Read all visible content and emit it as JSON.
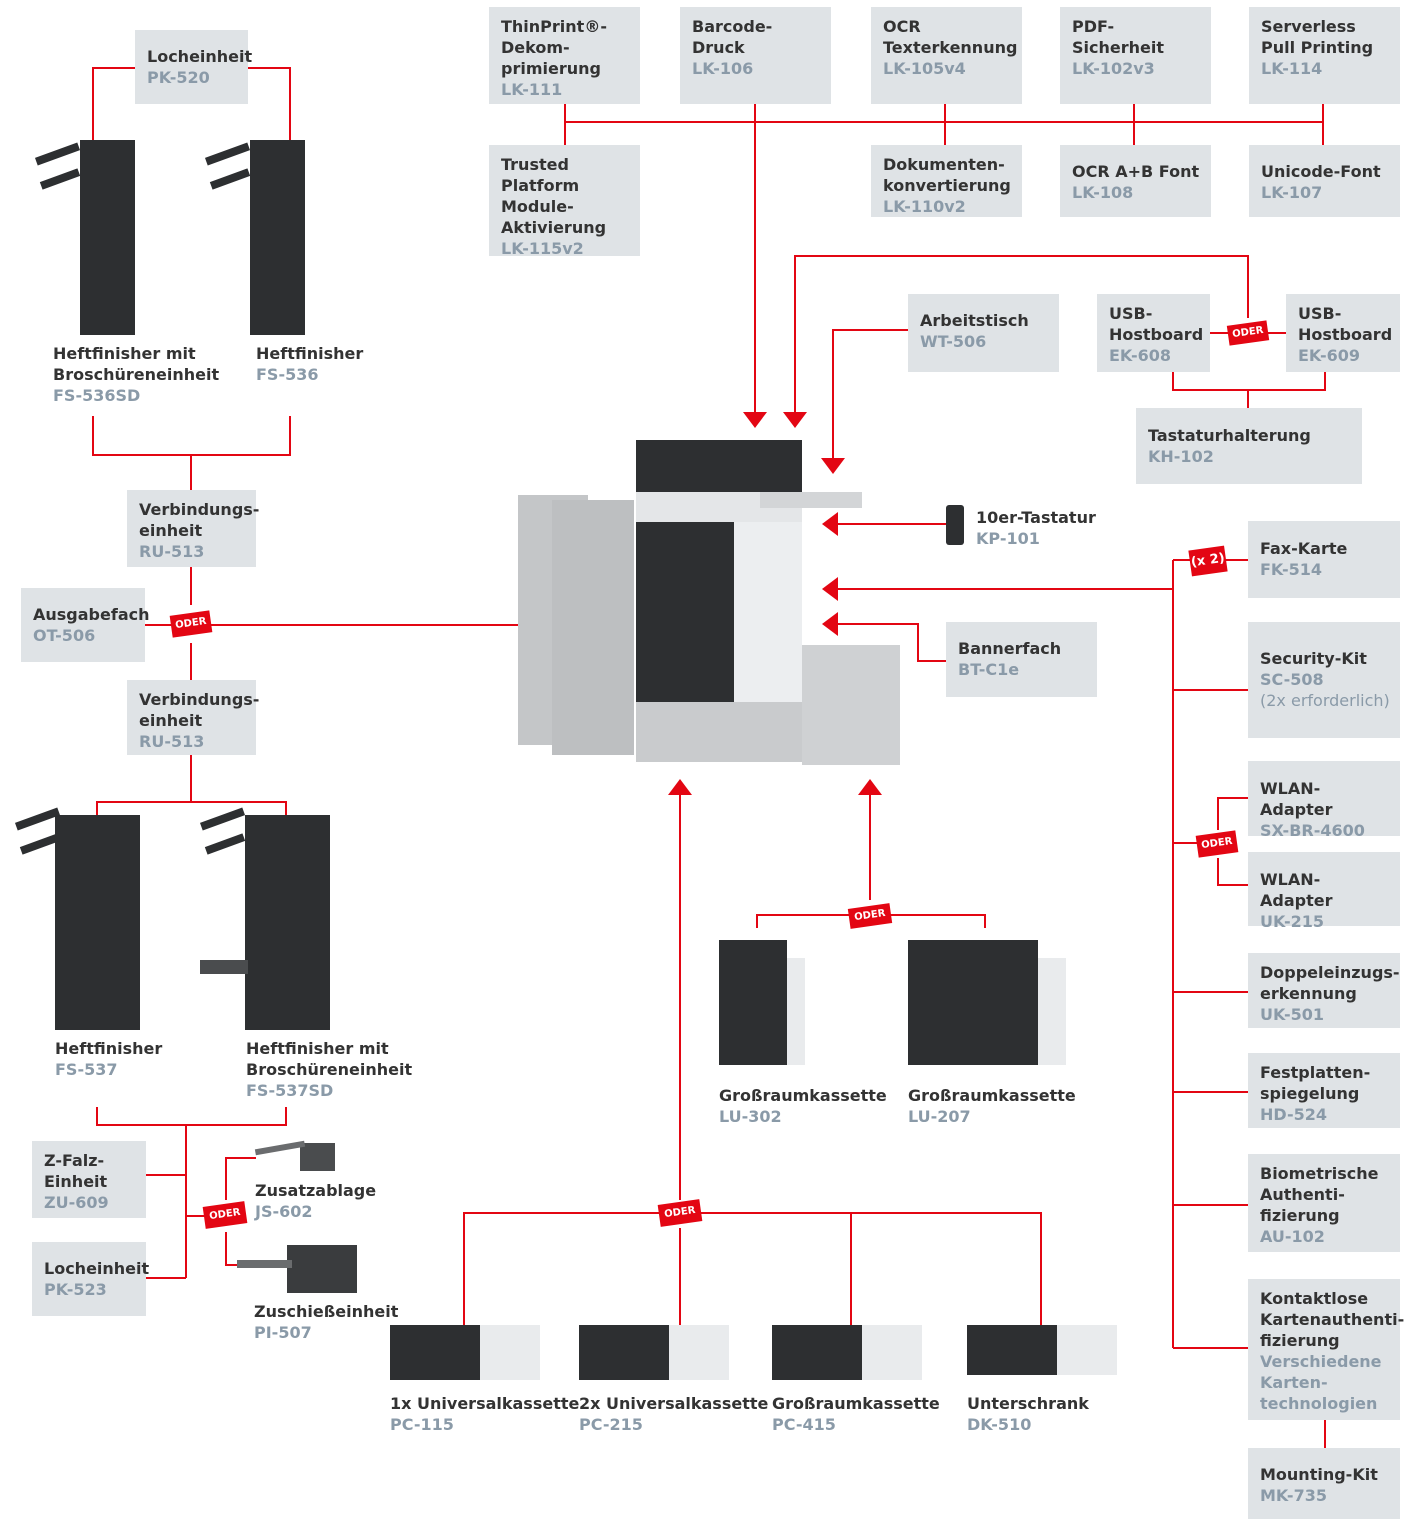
{
  "colors": {
    "line": "#e30613",
    "box": "#dfe3e6",
    "title": "#333333",
    "code": "#8a9aa8"
  },
  "oder": "ODER",
  "x2": "(x 2)",
  "top": {
    "thinprint": {
      "name": "ThinPrint®-\nDekom-\nprimierung",
      "code": "LK-111"
    },
    "barcode": {
      "name": "Barcode-\nDruck",
      "code": "LK-106"
    },
    "ocr": {
      "name": "OCR\nTexterkennung",
      "code": "LK-105v4"
    },
    "pdf": {
      "name": "PDF-\nSicherheit",
      "code": "LK-102v3"
    },
    "serverless": {
      "name": "Serverless\nPull Printing",
      "code": "LK-114"
    },
    "tpm": {
      "name": "Trusted Platform\nModule-\nAktivierung",
      "code": "LK-115v2"
    },
    "dokconv": {
      "name": "Dokumenten-\nkonvertierung",
      "code": "LK-110v2"
    },
    "ocrfont": {
      "name": "OCR A+B Font",
      "code": "LK-108"
    },
    "unicode": {
      "name": "Unicode-Font",
      "code": "LK-107"
    }
  },
  "mid": {
    "wt": {
      "name": "Arbeitstisch",
      "code": "WT-506"
    },
    "ek608": {
      "name": "USB-\nHostboard",
      "code": "EK-608"
    },
    "ek609": {
      "name": "USB-\nHostboard",
      "code": "EK-609"
    },
    "kh": {
      "name": "Tastaturhalterung",
      "code": "KH-102"
    },
    "kp": {
      "name": "10er-Tastatur",
      "code": "KP-101"
    },
    "bt": {
      "name": "Bannerfach",
      "code": "BT-C1e"
    }
  },
  "left": {
    "pk520": {
      "name": "Locheinheit",
      "code": "PK-520"
    },
    "fs536sd": {
      "name": "Heftfinisher mit\nBroschüreneinheit",
      "code": "FS-536SD"
    },
    "fs536": {
      "name": "Heftfinisher",
      "code": "FS-536"
    },
    "ru1": {
      "name": "Verbindungs-\neinheit",
      "code": "RU-513"
    },
    "ot": {
      "name": "Ausgabefach",
      "code": "OT-506"
    },
    "ru2": {
      "name": "Verbindungs-\neinheit",
      "code": "RU-513"
    },
    "fs537": {
      "name": "Heftfinisher",
      "code": "FS-537"
    },
    "fs537sd": {
      "name": "Heftfinisher mit\nBroschüreneinheit",
      "code": "FS-537SD"
    },
    "zu": {
      "name": "Z-Falz-\nEinheit",
      "code": "ZU-609"
    },
    "pk523": {
      "name": "Locheinheit",
      "code": "PK-523"
    },
    "js": {
      "name": "Zusatzablage",
      "code": "JS-602"
    },
    "pi": {
      "name": "Zuschießeinheit",
      "code": "PI-507"
    }
  },
  "bottom": {
    "lu302": {
      "name": "Großraumkassette",
      "code": "LU-302"
    },
    "lu207": {
      "name": "Großraumkassette",
      "code": "LU-207"
    },
    "pc115": {
      "name": "1x Universalkassette",
      "code": "PC-115"
    },
    "pc215": {
      "name": "2x Universalkassette",
      "code": "PC-215"
    },
    "pc415": {
      "name": "Großraumkassette",
      "code": "PC-415"
    },
    "dk": {
      "name": "Unterschrank",
      "code": "DK-510"
    }
  },
  "right": {
    "fax": {
      "name": "Fax-Karte",
      "code": "FK-514"
    },
    "sc": {
      "name": "Security-Kit",
      "code": "SC-508",
      "note": "(2x erforderlich)"
    },
    "wlan1": {
      "name": "WLAN-Adapter",
      "code": "SX-BR-4600"
    },
    "wlan2": {
      "name": "WLAN-Adapter",
      "code": "UK-215"
    },
    "uk501": {
      "name": "Doppeleinzugs-\nerkennung",
      "code": "UK-501"
    },
    "hd": {
      "name": "Festplatten-\nspiegelung",
      "code": "HD-524"
    },
    "au": {
      "name": "Biometrische\nAuthenti-\nfizierung",
      "code": "AU-102"
    },
    "card": {
      "name": "Kontaktlose\nKartenauthenti-\nfizierung",
      "code": "Verschiedene\nKarten-\ntechnologien"
    },
    "mk": {
      "name": "Mounting-Kit",
      "code": "MK-735"
    }
  }
}
